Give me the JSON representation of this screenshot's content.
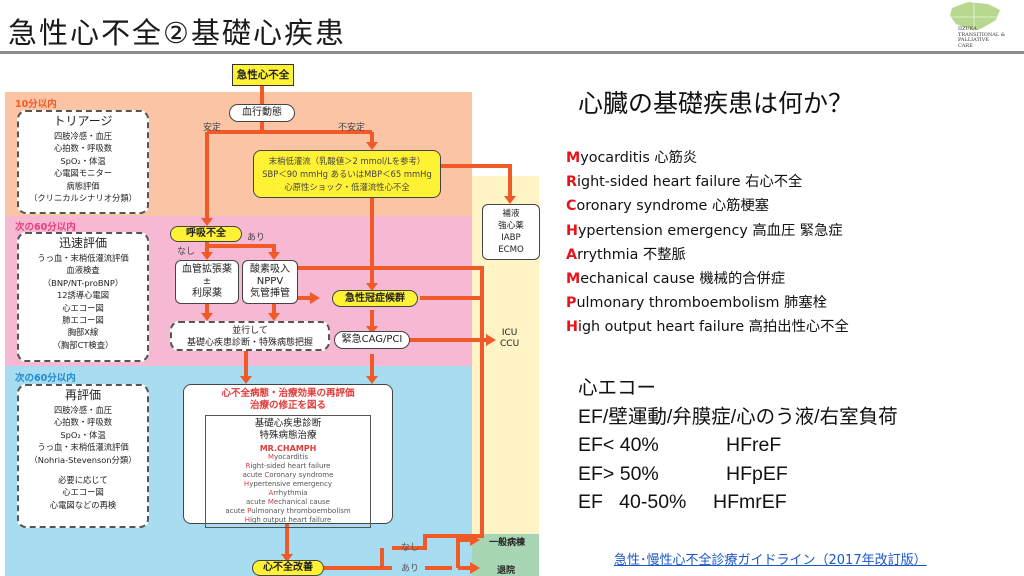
{
  "slide": {
    "title": "急性心不全②基礎心疾患",
    "logo": {
      "lines": [
        "IIZUKA",
        "TRANSITIONAL &",
        "PALLIATIVE",
        "CARE"
      ]
    }
  },
  "flowchart": {
    "top_node": "急性心不全",
    "bands": [
      {
        "label": "10分以内",
        "color": "#fbc4a4",
        "label_color": "#f05a28"
      },
      {
        "label": "次の60分以内",
        "color": "#f6b8d3",
        "label_color": "#e6407a"
      },
      {
        "label": "次の60分以内",
        "color": "#a8dcf0",
        "label_color": "#1f8ad0"
      }
    ],
    "side_columns": {
      "icu_color": "#fff4c6",
      "ward_color": "#a8d6b4"
    },
    "triage": {
      "heading": "トリアージ",
      "items": [
        "四肢冷感・血圧",
        "心拍数・呼吸数",
        "SpO₂・体温",
        "心電図モニター",
        "病態評価",
        "（クリニカルシナリオ分類）"
      ]
    },
    "rapid_eval": {
      "heading": "迅速評価",
      "items": [
        "うっ血・末梢低灌流評価",
        "血液検査",
        "（BNP/NT-proBNP）",
        "12誘導心電図",
        "心エコー図",
        "肺エコー図",
        "胸部X線",
        "（胸部CT検査）"
      ]
    },
    "reeval": {
      "heading": "再評価",
      "items": [
        "四肢冷感・血圧",
        "心拍数・呼吸数",
        "SpO₂・体温",
        "うっ血・末梢低灌流評価",
        "（Nohria-Stevenson分類）"
      ],
      "items2": [
        "必要に応じて",
        "心エコー図",
        "心電図などの再検"
      ]
    },
    "hemodynamics": "血行動態",
    "stable": "安定",
    "unstable": "不安定",
    "shock_box": [
      "末梢低灌流（乳酸値＞2 mmol/Lを参考）",
      "SBP＜90 mmHg あるいはMBP＜65 mmHg",
      "心原性ショック・低灌流性心不全"
    ],
    "support_box": [
      "補液",
      "強心薬",
      "IABP",
      "ECMO"
    ],
    "resp_failure": "呼吸不全",
    "no": "なし",
    "yes": "あり",
    "vasodilator_box": [
      "血管拡張薬",
      "±",
      "利尿薬"
    ],
    "oxygen_box": [
      "酸素吸入",
      "NPPV",
      "気管挿管"
    ],
    "acs": "急性冠症候群",
    "parallel_box": [
      "並行して",
      "基礎心疾患診断・特殊病態把握"
    ],
    "cag_pci": "緊急CAG/PCI",
    "icu": [
      "ICU",
      "CCU"
    ],
    "reassess_title": [
      "心不全病態・治療効果の再評価",
      "治療の修正を図る"
    ],
    "inner_title": [
      "基礎心疾患診断",
      "特殊病態治療"
    ],
    "mrchamph": {
      "heading": "MR.CHAMPH",
      "items": [
        {
          "pre": "",
          "cap": "M",
          "rest": "yocarditis"
        },
        {
          "pre": "",
          "cap": "R",
          "rest": "ight-sided heart failure"
        },
        {
          "pre": "acute ",
          "cap": "C",
          "rest": "oronary syndrome"
        },
        {
          "pre": "",
          "cap": "H",
          "rest": "ypertensive emergency"
        },
        {
          "pre": "",
          "cap": "A",
          "rest": "rrhythmia"
        },
        {
          "pre": "acute ",
          "cap": "M",
          "rest": "echanical cause"
        },
        {
          "pre": "acute ",
          "cap": "P",
          "rest": "ulmonary thromboembolism"
        },
        {
          "pre": "",
          "cap": "H",
          "rest": "igh output heart failure"
        }
      ]
    },
    "improvement": "心不全改善",
    "general_ward": "一般病棟",
    "discharge": "退院"
  },
  "right": {
    "question": "心臓の基礎疾患は何か？",
    "mnemonic": [
      {
        "cap": "M",
        "rest": "yocarditis 心筋炎"
      },
      {
        "cap": "R",
        "rest": "ight-sided heart failure 右心不全"
      },
      {
        "cap": "C",
        "rest": "oronary syndrome 心筋梗塞"
      },
      {
        "cap": "H",
        "rest": "ypertension emergency 高血圧 緊急症"
      },
      {
        "cap": "A",
        "rest": "rrythmia 不整脈"
      },
      {
        "cap": "M",
        "rest": "echanical cause 機械的合併症"
      },
      {
        "cap": "P",
        "rest": "ulmonary thromboembolism 肺塞栓"
      },
      {
        "cap": "H",
        "rest": "igh output heart failure 高拍出性心不全"
      }
    ],
    "echo": {
      "heading": "心エコー",
      "items_line": "EF/壁運動/弁膜症/心のう液/右室負荷",
      "rows": [
        {
          "ef": "EF< 40%",
          "type": "HFreF"
        },
        {
          "ef": "EF> 50%",
          "type": "HFpEF"
        },
        {
          "ef": "EF   40-50%",
          "type": "HFmrEF"
        }
      ]
    },
    "reference_link": "急性･慢性心不全診療ガイドライン（2017年改訂版）"
  },
  "colors": {
    "arrow": "#f05a28",
    "mnemonic_accent": "#e8141a",
    "link": "#1a56c7",
    "node_yellow": "#fff235"
  }
}
